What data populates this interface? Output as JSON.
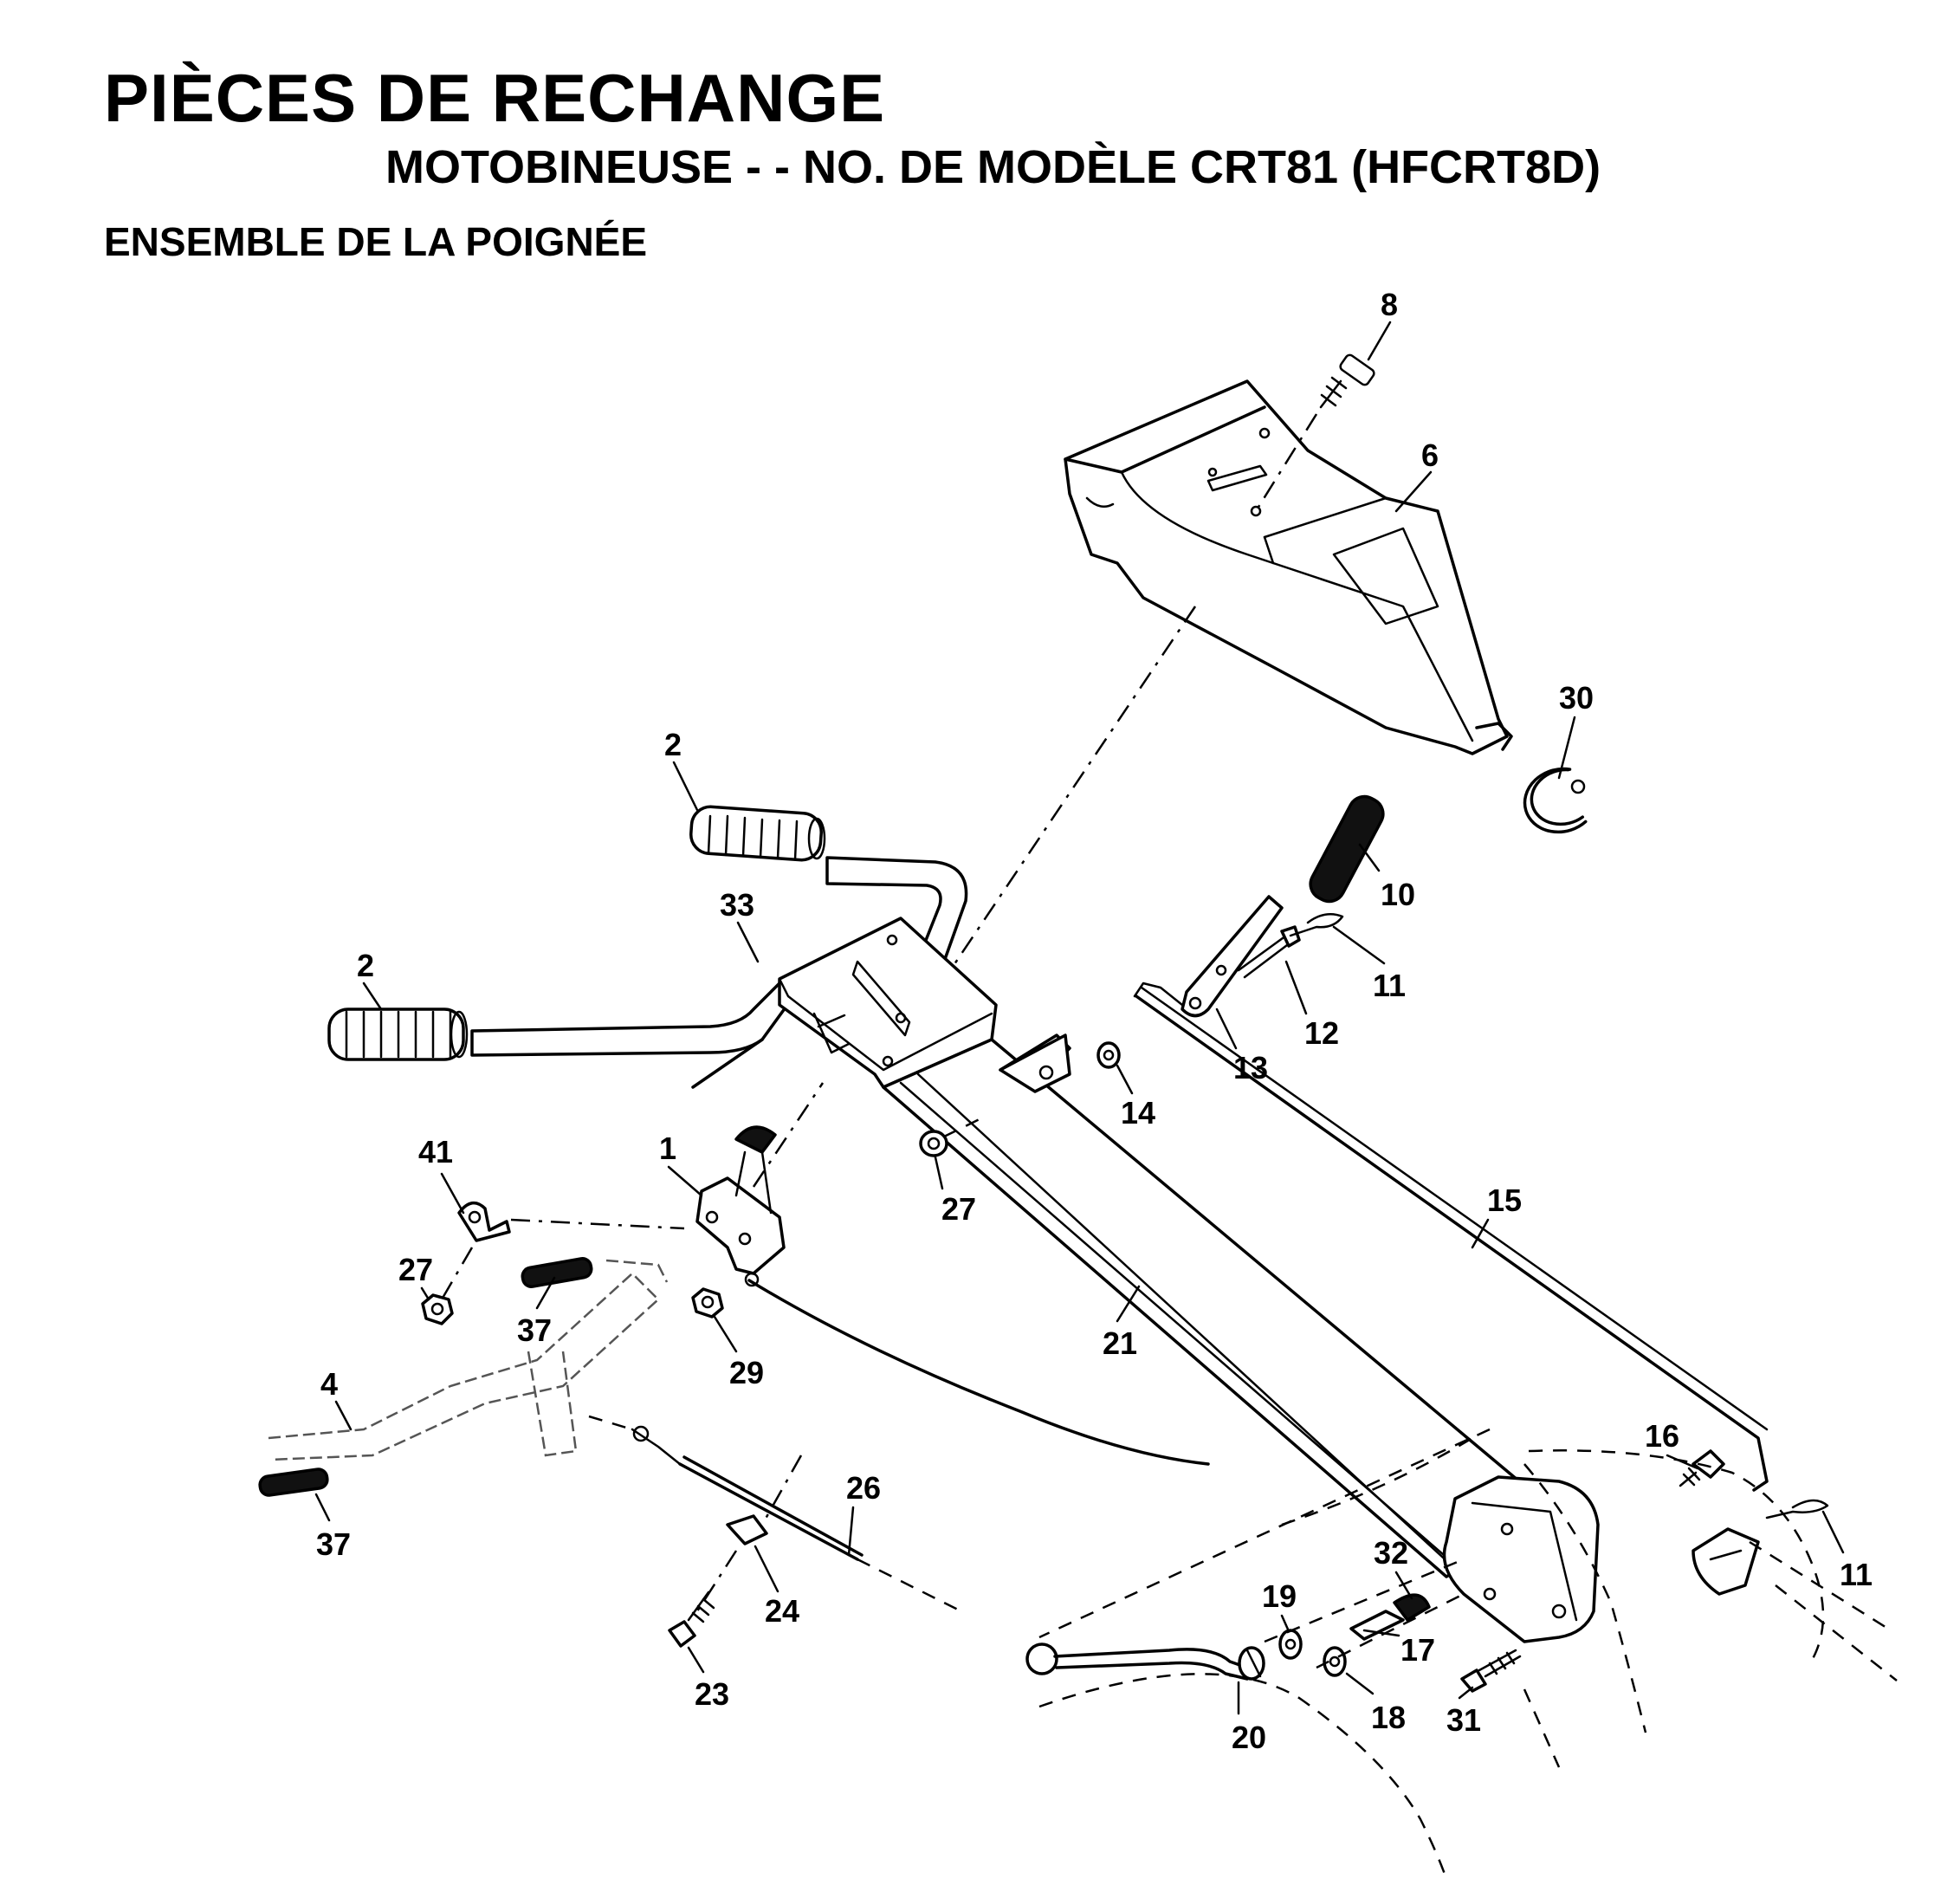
{
  "header": {
    "title": "PIÈCES DE RECHANGE",
    "subtitle": "MOTOBINEUSE - - NO.   DE MODÈLE CRT81 (HFCRT8D)",
    "section": "ENSEMBLE DE LA POIGNÉE"
  },
  "callouts": {
    "c8": "8",
    "c6": "6",
    "c30": "30",
    "c2a": "2",
    "c2b": "2",
    "c33": "33",
    "c10": "10",
    "c11a": "11",
    "c12": "12",
    "c13": "13",
    "c14": "14",
    "c41": "41",
    "c1": "1",
    "c27a": "27",
    "c27b": "27",
    "c37a": "37",
    "c15": "15",
    "c29": "29",
    "c21": "21",
    "c4": "4",
    "c16": "16",
    "c26": "26",
    "c37b": "37",
    "c11b": "11",
    "c32": "32",
    "c19": "19",
    "c24": "24",
    "c17": "17",
    "c23": "23",
    "c18": "18",
    "c31": "31",
    "c20": "20"
  }
}
